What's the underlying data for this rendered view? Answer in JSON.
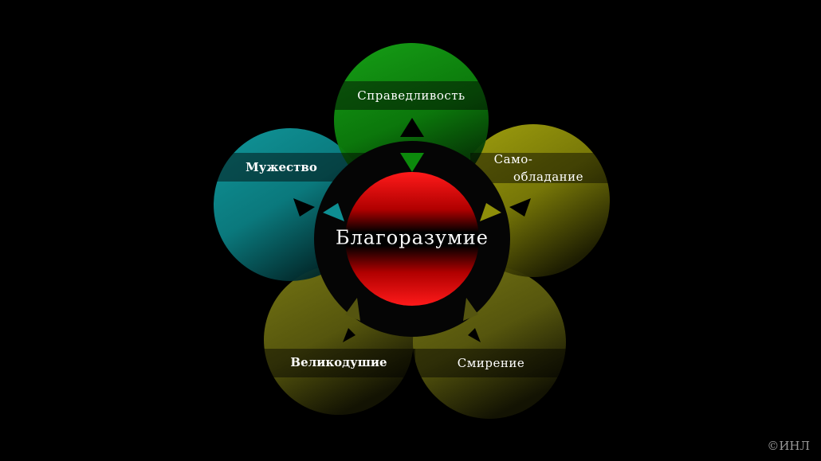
{
  "center": {
    "label": "Благоразумие"
  },
  "virtues": {
    "justice": {
      "label": "Справедливость",
      "color": "#119a11"
    },
    "courage": {
      "label": "Мужество",
      "color": "#0e8f93"
    },
    "self_control": {
      "label_line1": "Само-",
      "label_line2": "обладание",
      "color": "#8f8f0a"
    },
    "magnanimity": {
      "label": "Великодушие",
      "color": "#6e6e10"
    },
    "humility": {
      "label": "Смирение",
      "color": "#6e6e10"
    }
  },
  "copyright": "©ИНЛ"
}
